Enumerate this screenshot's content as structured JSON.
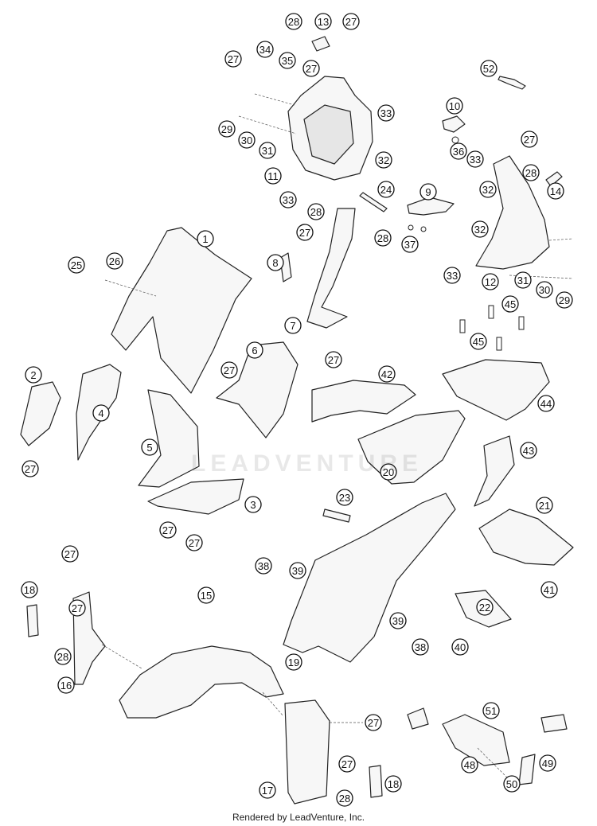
{
  "footer": {
    "text": "Rendered by LeadVenture, Inc."
  },
  "watermark": {
    "text": "LEADVENTURE"
  },
  "callouts": [
    {
      "label": "28"
    },
    {
      "label": "13"
    },
    {
      "label": "27"
    },
    {
      "label": "52"
    },
    {
      "label": "27"
    },
    {
      "label": "34"
    },
    {
      "label": "35"
    },
    {
      "label": "27"
    },
    {
      "label": "33"
    },
    {
      "label": "10"
    },
    {
      "label": "29"
    },
    {
      "label": "30"
    },
    {
      "label": "31"
    },
    {
      "label": "32"
    },
    {
      "label": "36"
    },
    {
      "label": "27"
    },
    {
      "label": "33"
    },
    {
      "label": "28"
    },
    {
      "label": "11"
    },
    {
      "label": "24"
    },
    {
      "label": "9"
    },
    {
      "label": "32"
    },
    {
      "label": "14"
    },
    {
      "label": "33"
    },
    {
      "label": "28"
    },
    {
      "label": "32"
    },
    {
      "label": "27"
    },
    {
      "label": "28"
    },
    {
      "label": "37"
    },
    {
      "label": "1"
    },
    {
      "label": "25"
    },
    {
      "label": "26"
    },
    {
      "label": "8"
    },
    {
      "label": "33"
    },
    {
      "label": "12"
    },
    {
      "label": "31"
    },
    {
      "label": "30"
    },
    {
      "label": "29"
    },
    {
      "label": "45"
    },
    {
      "label": "7"
    },
    {
      "label": "45"
    },
    {
      "label": "27"
    },
    {
      "label": "6"
    },
    {
      "label": "27"
    },
    {
      "label": "2"
    },
    {
      "label": "42"
    },
    {
      "label": "4"
    },
    {
      "label": "44"
    },
    {
      "label": "5"
    },
    {
      "label": "27"
    },
    {
      "label": "43"
    },
    {
      "label": "20"
    },
    {
      "label": "3"
    },
    {
      "label": "23"
    },
    {
      "label": "27"
    },
    {
      "label": "27"
    },
    {
      "label": "21"
    },
    {
      "label": "27"
    },
    {
      "label": "38"
    },
    {
      "label": "39"
    },
    {
      "label": "41"
    },
    {
      "label": "18"
    },
    {
      "label": "27"
    },
    {
      "label": "15"
    },
    {
      "label": "22"
    },
    {
      "label": "28"
    },
    {
      "label": "19"
    },
    {
      "label": "39"
    },
    {
      "label": "40"
    },
    {
      "label": "38"
    },
    {
      "label": "16"
    },
    {
      "label": "51"
    },
    {
      "label": "27"
    },
    {
      "label": "27"
    },
    {
      "label": "48"
    },
    {
      "label": "49"
    },
    {
      "label": "17"
    },
    {
      "label": "18"
    },
    {
      "label": "28"
    },
    {
      "label": "50"
    }
  ]
}
